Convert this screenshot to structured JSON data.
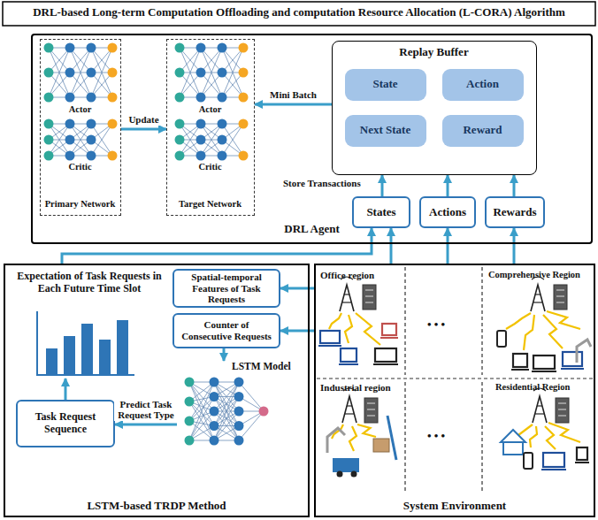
{
  "diagram": {
    "title": "DRL-based Long-term Computation Offloading and computation Resource Allocation (L-CORA) Algorithm",
    "nodes": [
      {
        "text": [
          "DRL Agent"
        ]
      },
      {
        "text": [
          "Actor",
          "Critic",
          "Primary Network"
        ],
        "in": 0
      },
      {
        "text": [
          "Actor",
          "Critic",
          "Target Network"
        ],
        "in": 0
      },
      {
        "text": [
          "Replay Buffer"
        ],
        "in": 0
      },
      {
        "text": [
          "State"
        ],
        "in": 3
      },
      {
        "text": [
          "Action"
        ],
        "in": 3
      },
      {
        "text": [
          "Next State"
        ],
        "in": 3
      },
      {
        "text": [
          "Reward"
        ],
        "in": 3
      },
      {
        "text": [
          "States"
        ],
        "in": 0
      },
      {
        "text": [
          "Actions"
        ],
        "in": 0
      },
      {
        "text": [
          "Rewards"
        ],
        "in": 0
      },
      {
        "text": [
          "LSTM-based TRDP Method"
        ]
      },
      {
        "text": [
          "Expectation of Task Requests in Each Future Time Slot"
        ],
        "in": 11
      },
      {
        "text": [
          "Spatial-temporal Features of Task Requests"
        ],
        "in": 11
      },
      {
        "text": [
          "Counter of Consecutive Requests"
        ],
        "in": 11
      },
      {
        "text": [
          "LSTM Model"
        ],
        "in": 11
      },
      {
        "text": [
          "Task Request Sequence"
        ],
        "in": 11
      },
      {
        "text": [
          "System Environment"
        ]
      }
    ],
    "edges": [
      {
        "from": 1,
        "to": 2,
        "arrow": "to",
        "label": "Update"
      },
      {
        "from": 3,
        "to": 2,
        "arrow": "to",
        "label": "Mini Batch"
      },
      {
        "from": 8,
        "to": 3,
        "arrow": "to"
      },
      {
        "from": 9,
        "to": 3,
        "arrow": "to"
      },
      {
        "from": 10,
        "to": 3,
        "arrow": "to"
      },
      {
        "from": 11,
        "to": 8,
        "arrow": "to"
      },
      {
        "from": 17,
        "to": 8,
        "arrow": "to"
      },
      {
        "from": 17,
        "to": 9,
        "arrow": "to"
      },
      {
        "from": 17,
        "to": 10,
        "arrow": "to"
      },
      {
        "from": 17,
        "to": 13,
        "arrow": "to"
      },
      {
        "from": 17,
        "to": 14,
        "arrow": "to"
      },
      {
        "from": 14,
        "to": 15,
        "arrow": "to"
      },
      {
        "from": 15,
        "to": 16,
        "arrow": "to",
        "label": "Predict Task Request Type"
      },
      {
        "from": 16,
        "to": 12,
        "arrow": "to"
      }
    ],
    "labels": [
      "Store Transactions",
      "Office region",
      "Comprehensive Region",
      "Industrial region",
      "Residential Region",
      "• • •",
      "• • •"
    ]
  }
}
